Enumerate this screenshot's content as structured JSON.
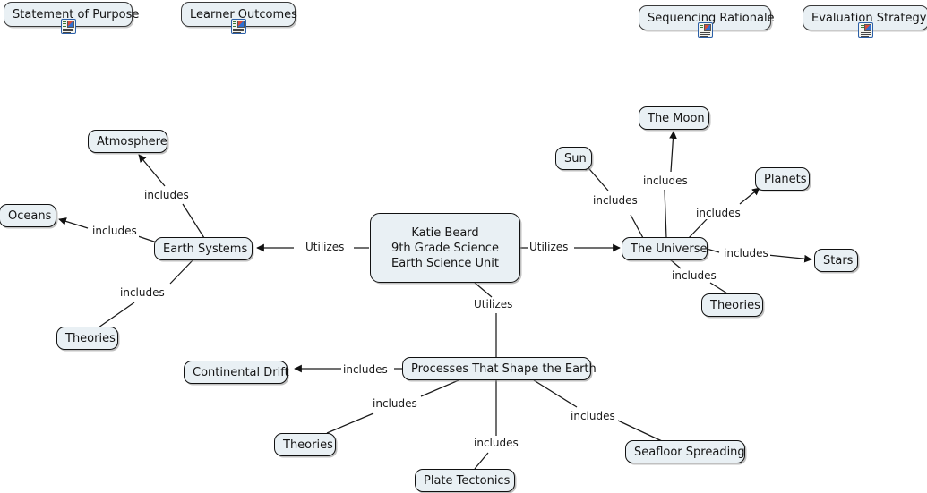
{
  "document": {
    "title": "Katie Beard 9th Grade Science Earth Science Unit concept map",
    "background_color": "#ffffff",
    "node_fill_color": "#e9f0f4",
    "node_border_color": "#111111",
    "edge_color": "#1a1a1a"
  },
  "top_nodes": [
    {
      "label": "Statement of Purpose",
      "icon": "document-icon"
    },
    {
      "label": "Learner Outcomes",
      "icon": "document-icon"
    },
    {
      "label": "Sequencing Rationale",
      "icon": "document-icon"
    },
    {
      "label": "Evaluation Strategy",
      "icon": "document-icon"
    }
  ],
  "center": {
    "line1": "Katie Beard",
    "line2": "9th Grade Science",
    "line3": "Earth Science Unit"
  },
  "branches": {
    "earth_systems": {
      "label": "Earth Systems",
      "link_from_center": "Utilizes",
      "children": [
        {
          "label": "Atmosphere",
          "relation": "includes"
        },
        {
          "label": "Oceans",
          "relation": "includes"
        },
        {
          "label": "Theories",
          "relation": "includes"
        }
      ]
    },
    "the_universe": {
      "label": "The Universe",
      "link_from_center": "Utilizes",
      "children": [
        {
          "label": "Sun",
          "relation": "includes"
        },
        {
          "label": "The Moon",
          "relation": "includes"
        },
        {
          "label": "Planets",
          "relation": "includes"
        },
        {
          "label": "Stars",
          "relation": "includes"
        },
        {
          "label": "Theories",
          "relation": "includes"
        }
      ]
    },
    "processes": {
      "label": "Processes That Shape the Earth",
      "link_from_center": "Utilizes",
      "children": [
        {
          "label": "Continental Drift",
          "relation": "includes"
        },
        {
          "label": "Theories",
          "relation": "includes"
        },
        {
          "label": "Plate Tectonics",
          "relation": "includes"
        },
        {
          "label": "Seafloor Spreading",
          "relation": "includes"
        }
      ]
    }
  }
}
